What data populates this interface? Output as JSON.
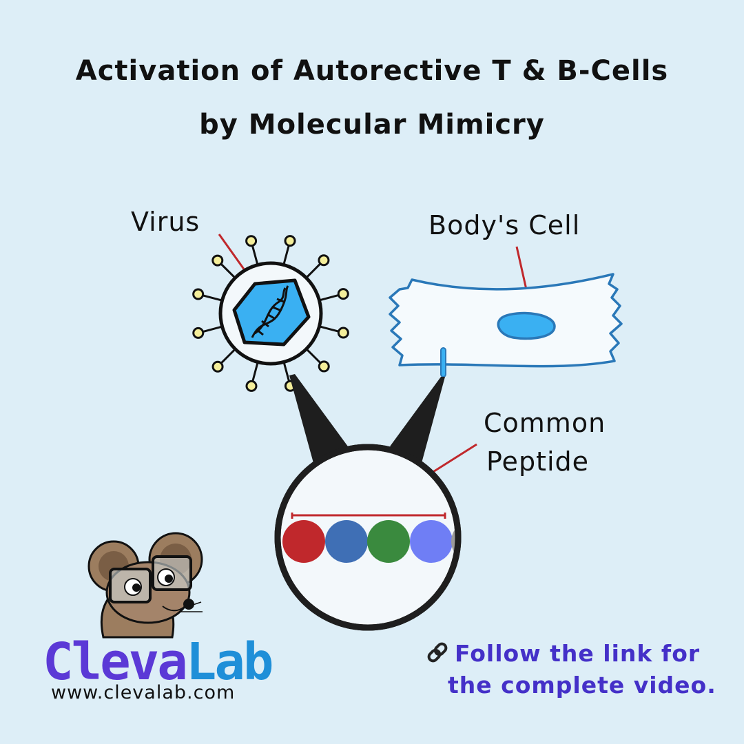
{
  "title": {
    "line1": "Activation of Autorective T & B-Cells",
    "line2": "by Molecular Mimicry"
  },
  "labels": {
    "virus": "Virus",
    "body_cell": "Body's Cell",
    "common_peptide_line1": "Common",
    "common_peptide_line2": "Peptide"
  },
  "brand": {
    "name_part1": "Cleva",
    "name_part2": "Lab",
    "url": "www.clevalab.com"
  },
  "cta": {
    "line1": "Follow the link for",
    "line2": "the complete video.",
    "icon": "link-icon"
  },
  "colors": {
    "background": "#ddeef7",
    "virus_capsid": "#3ab0f2",
    "virus_spike_tip": "#f4ee9a",
    "cell_nucleus": "#3ab0f2",
    "cell_outline": "#2a78b8",
    "pointer_line": "#c0282c",
    "peptide": [
      "#c0282c",
      "#3f6fb5",
      "#3a8a3e",
      "#6f7ef5"
    ],
    "brand_primary": "#5b39d6",
    "brand_secondary": "#1f8fd8",
    "cta_text": "#4430c8"
  }
}
